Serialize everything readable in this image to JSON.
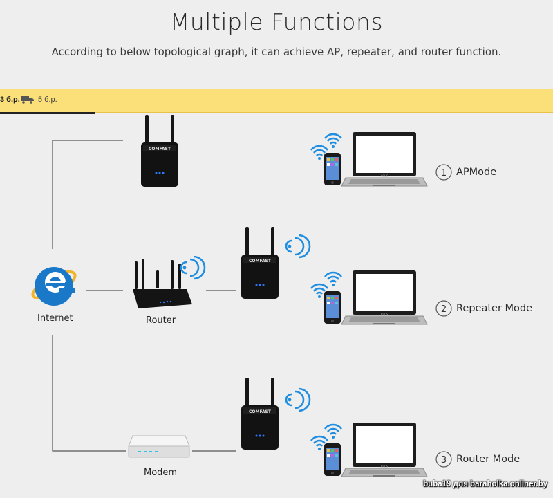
{
  "header": {
    "title": "Multiple Functions",
    "subtitle": "According to below topological graph, it can achieve AP, repeater, and router function."
  },
  "price_bar": {
    "price": "3 б.р.",
    "delivery_icon": "truck-icon",
    "delivery_price": "5 б.р."
  },
  "diagram": {
    "internet_label": "Internet",
    "router_label": "Router",
    "modem_label": "Modem",
    "device_brand": "COMFAST",
    "laptop_brand": "ASUS",
    "modes": [
      {
        "number": "1",
        "label": "APMode"
      },
      {
        "number": "2",
        "label": "Repeater Mode"
      },
      {
        "number": "3",
        "label": "Router Mode"
      }
    ]
  },
  "watermark": "buba19 для baraholka.onliner.by",
  "colors": {
    "background": "#eeeeee",
    "price_bar": "#fbe07a",
    "wifi_blue": "#1f8ee0",
    "ie_blue": "#1a78c8",
    "device_black": "#111111"
  }
}
